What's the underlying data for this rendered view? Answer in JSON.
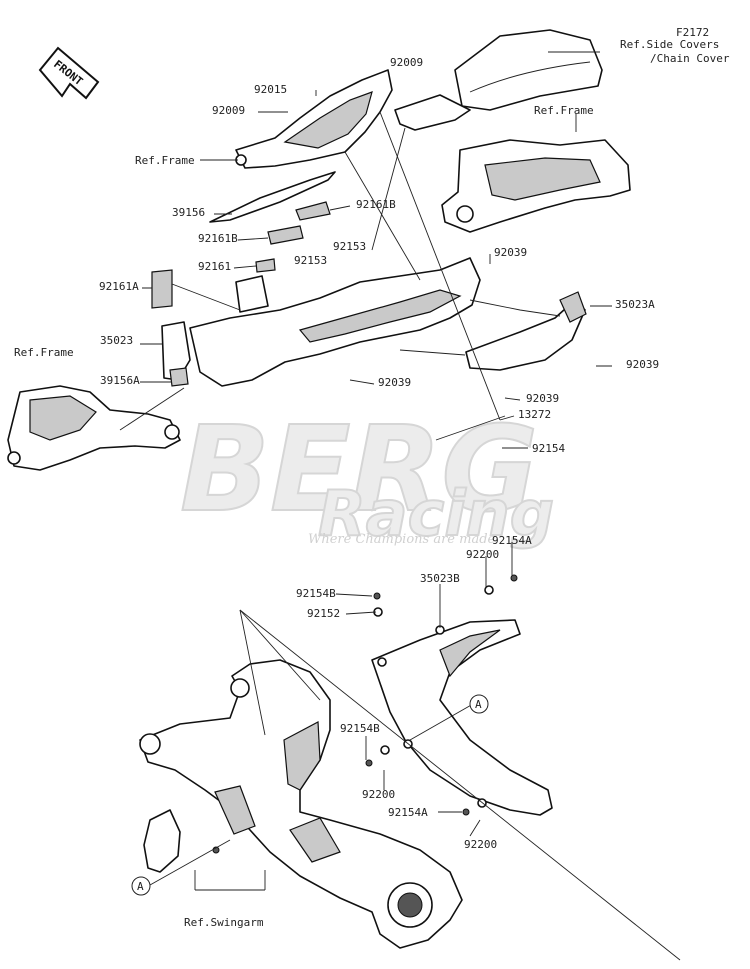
{
  "diagram_code": "F2172",
  "front_arrow": "FRONT",
  "watermark": {
    "brand": "BERG",
    "sub": "Racing",
    "tagline": "Where Champions are made"
  },
  "labels": [
    {
      "text": "Ref.Side Covers",
      "name": "ref-side-covers"
    },
    {
      "text": "/Chain Cover",
      "name": "ref-chain-cover"
    },
    {
      "text": "92009",
      "name": "part-92009-top"
    },
    {
      "text": "92015",
      "name": "part-92015"
    },
    {
      "text": "92009",
      "name": "part-92009-left"
    },
    {
      "text": "Ref.Frame",
      "name": "ref-frame-right"
    },
    {
      "text": "Ref.Frame",
      "name": "ref-frame-center"
    },
    {
      "text": "39156",
      "name": "part-39156"
    },
    {
      "text": "92161B",
      "name": "part-92161b-right"
    },
    {
      "text": "92161B",
      "name": "part-92161b-left"
    },
    {
      "text": "92153",
      "name": "part-92153-a"
    },
    {
      "text": "92161",
      "name": "part-92161"
    },
    {
      "text": "92153",
      "name": "part-92153-b"
    },
    {
      "text": "92039",
      "name": "part-92039-top"
    },
    {
      "text": "92161A",
      "name": "part-92161a"
    },
    {
      "text": "35023A",
      "name": "part-35023a"
    },
    {
      "text": "Ref.Frame",
      "name": "ref-frame-left"
    },
    {
      "text": "35023",
      "name": "part-35023"
    },
    {
      "text": "92039",
      "name": "part-92039-right"
    },
    {
      "text": "39156A",
      "name": "part-39156a"
    },
    {
      "text": "92039",
      "name": "part-92039-center"
    },
    {
      "text": "92039",
      "name": "part-92039-lower"
    },
    {
      "text": "13272",
      "name": "part-13272"
    },
    {
      "text": "92154",
      "name": "part-92154"
    },
    {
      "text": "92154A",
      "name": "part-92154a-top"
    },
    {
      "text": "92200",
      "name": "part-92200-top"
    },
    {
      "text": "35023B",
      "name": "part-35023b"
    },
    {
      "text": "92154B",
      "name": "part-92154b-top"
    },
    {
      "text": "92152",
      "name": "part-92152"
    },
    {
      "text": "A",
      "name": "ref-circle-a-right"
    },
    {
      "text": "92154B",
      "name": "part-92154b-mid"
    },
    {
      "text": "92200",
      "name": "part-92200-mid"
    },
    {
      "text": "92154A",
      "name": "part-92154a-bottom"
    },
    {
      "text": "92200",
      "name": "part-92200-bottom"
    },
    {
      "text": "A",
      "name": "ref-circle-a-left"
    },
    {
      "text": "Ref.Swingarm",
      "name": "ref-swingarm"
    }
  ]
}
